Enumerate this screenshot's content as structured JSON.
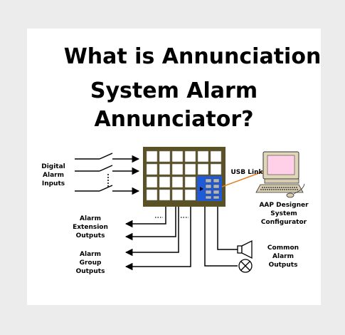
{
  "title": {
    "line1": "What is Annunciation",
    "line2": "System Alarm",
    "line3": "Annunciator?"
  },
  "labels": {
    "digital_inputs": [
      "Digital",
      "Alarm",
      "Inputs"
    ],
    "usb_link": "USB Link",
    "configurator": [
      "AAP Designer",
      "System Configurator"
    ],
    "extension_outputs": [
      "Alarm",
      "Extension",
      "Outputs"
    ],
    "group_outputs": [
      "Alarm",
      "Group",
      "Outputs"
    ],
    "common_outputs": [
      "Common",
      "Alarm",
      "Outputs"
    ]
  },
  "colors": {
    "panel_frame": "#5a5226",
    "configurator_panel": "#1f5bd8",
    "usb_cable": "#e08020",
    "monitor_screen": "#ffd0e8"
  }
}
